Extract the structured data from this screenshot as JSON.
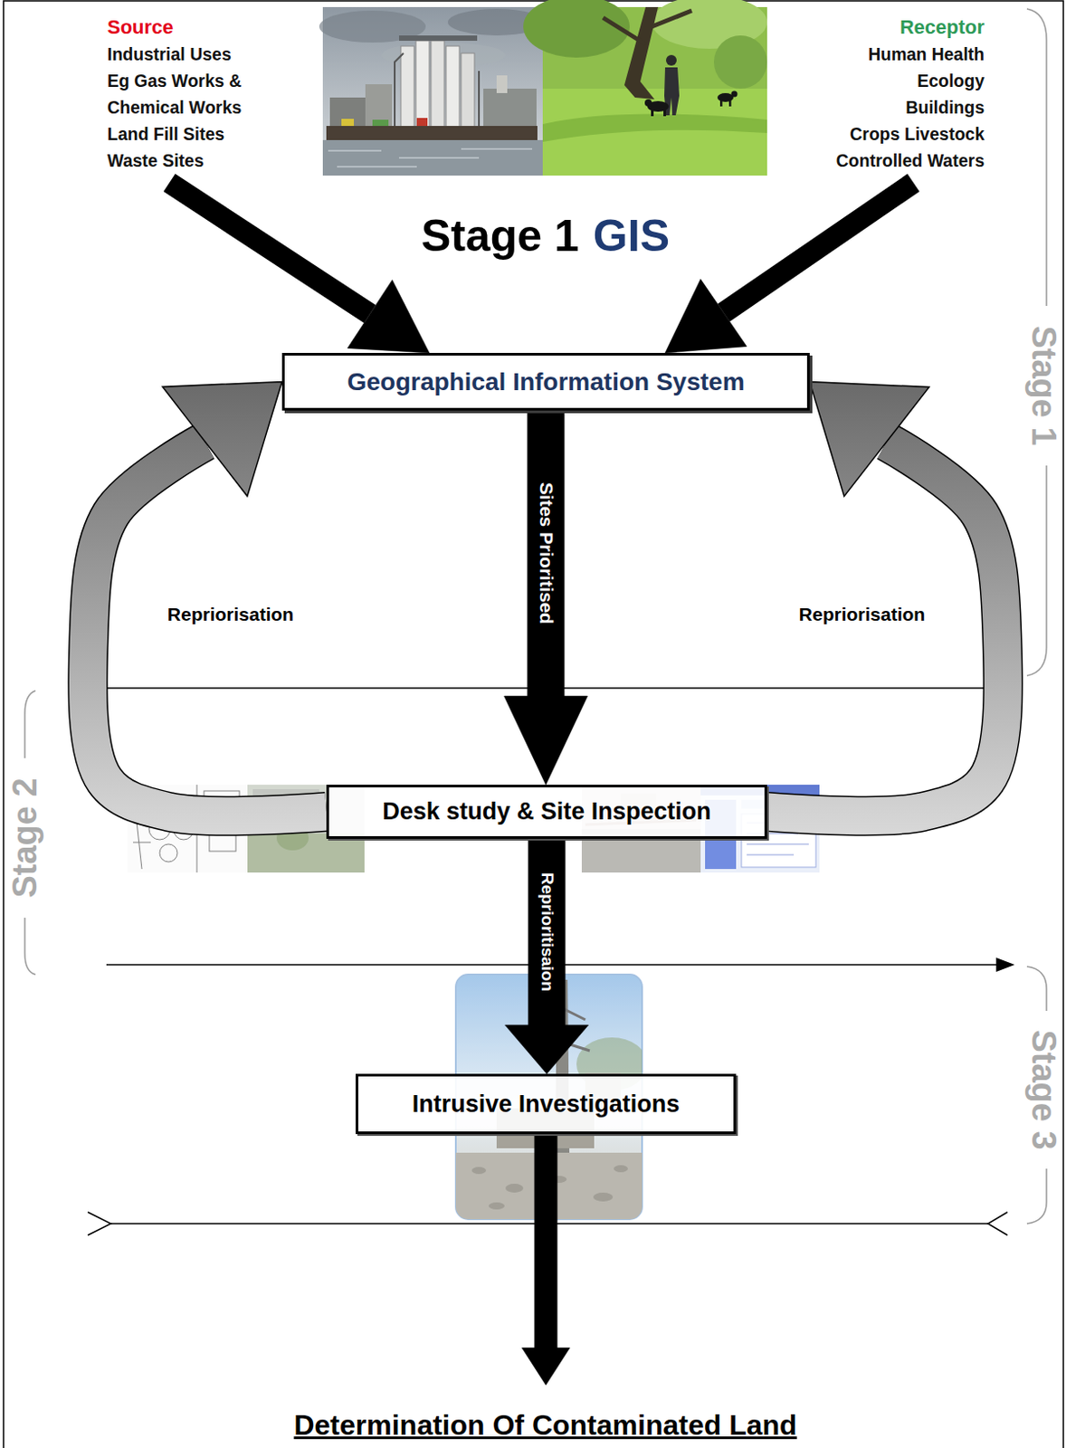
{
  "diagram": {
    "nodes": [
      {
        "text": [
          "Source",
          "Industrial Uses",
          "Eg Gas Works & Chemical Works",
          "Land Fill Sites",
          "Waste Sites"
        ]
      },
      {
        "text": [
          "Receptor",
          "Human Health",
          "Ecology",
          "Buildings",
          "Crops Livestock",
          "Controlled Waters"
        ]
      },
      {
        "text": [
          "Geographical Information System"
        ]
      },
      {
        "text": [
          "Desk study & Site Inspection"
        ]
      },
      {
        "text": [
          "Intrusive Investigations"
        ]
      },
      {
        "text": [
          "Determination Of Contaminated Land"
        ]
      }
    ],
    "edges": [
      {
        "from": 0,
        "to": 2,
        "arrow": "to"
      },
      {
        "from": 1,
        "to": 2,
        "arrow": "to"
      },
      {
        "from": 2,
        "to": 3,
        "arrow": "to",
        "label": "Sites Prioritised"
      },
      {
        "from": 3,
        "to": 2,
        "arrow": "to",
        "label": "Repriorisation"
      },
      {
        "from": 3,
        "to": 2,
        "arrow": "to",
        "label": "Repriorisation"
      },
      {
        "from": 3,
        "to": 4,
        "arrow": "to",
        "label": "Reprioritisaion"
      },
      {
        "from": 4,
        "to": 5,
        "arrow": "to"
      }
    ],
    "labels": [
      "Stage 1",
      "GIS",
      "Stage 1",
      "Stage 2",
      "Stage 3"
    ]
  }
}
